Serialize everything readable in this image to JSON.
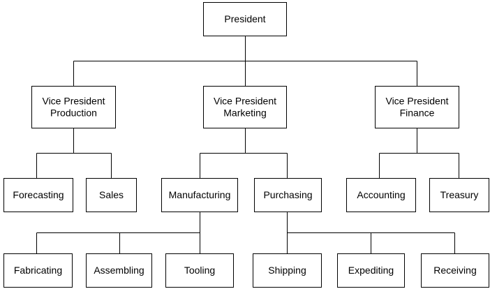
{
  "org_chart": {
    "nodes": [
      {
        "id": "president",
        "lines": [
          "President"
        ]
      },
      {
        "id": "vp-production",
        "lines": [
          "Vice President",
          "Production"
        ]
      },
      {
        "id": "vp-marketing",
        "lines": [
          "Vice President",
          "Marketing"
        ]
      },
      {
        "id": "vp-finance",
        "lines": [
          "Vice President",
          "Finance"
        ]
      },
      {
        "id": "forecasting",
        "lines": [
          "Forecasting"
        ]
      },
      {
        "id": "sales",
        "lines": [
          "Sales"
        ]
      },
      {
        "id": "manufacturing",
        "lines": [
          "Manufacturing"
        ]
      },
      {
        "id": "purchasing",
        "lines": [
          "Purchasing"
        ]
      },
      {
        "id": "accounting",
        "lines": [
          "Accounting"
        ]
      },
      {
        "id": "treasury",
        "lines": [
          "Treasury"
        ]
      },
      {
        "id": "fabricating",
        "lines": [
          "Fabricating"
        ]
      },
      {
        "id": "assembling",
        "lines": [
          "Assembling"
        ]
      },
      {
        "id": "tooling",
        "lines": [
          "Tooling"
        ]
      },
      {
        "id": "shipping",
        "lines": [
          "Shipping"
        ]
      },
      {
        "id": "expediting",
        "lines": [
          "Expediting"
        ]
      },
      {
        "id": "receiving",
        "lines": [
          "Receiving"
        ]
      }
    ],
    "edges": [
      {
        "from": "president",
        "to": [
          "vp-production",
          "vp-marketing",
          "vp-finance"
        ]
      },
      {
        "from": "vp-production",
        "to": [
          "forecasting",
          "sales"
        ]
      },
      {
        "from": "vp-marketing",
        "to": [
          "manufacturing",
          "purchasing"
        ]
      },
      {
        "from": "vp-finance",
        "to": [
          "accounting",
          "treasury"
        ]
      },
      {
        "from": "manufacturing",
        "to": [
          "fabricating",
          "assembling",
          "tooling"
        ]
      },
      {
        "from": "purchasing",
        "to": [
          "shipping",
          "expediting",
          "receiving"
        ]
      }
    ]
  }
}
